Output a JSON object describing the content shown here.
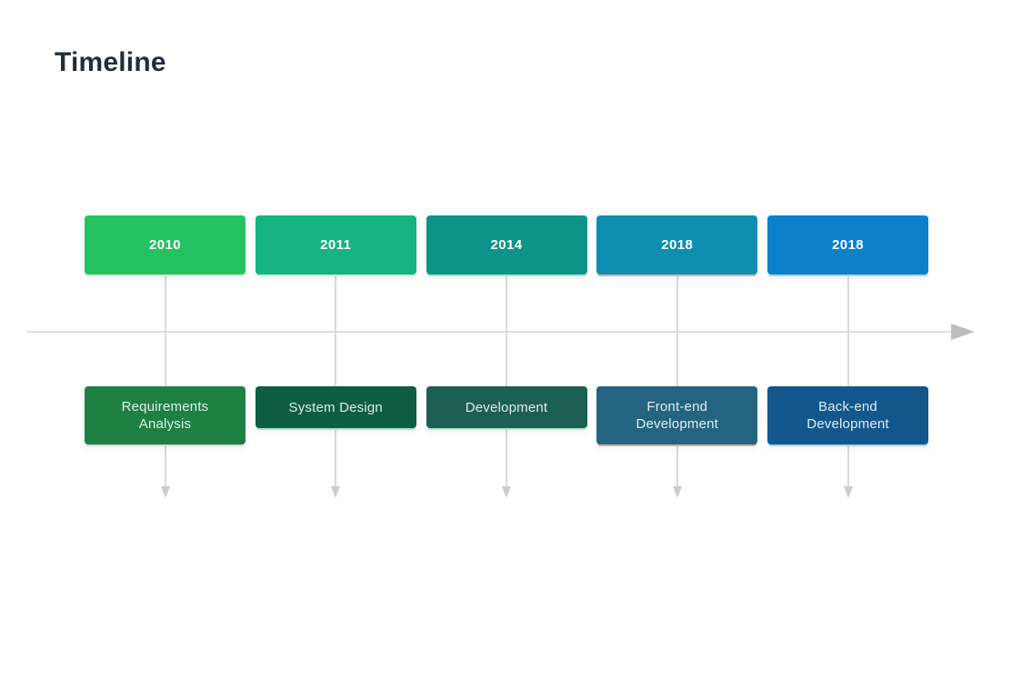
{
  "page": {
    "title": "Timeline",
    "background_color": "#ffffff",
    "title_color": "#242c3c"
  },
  "axis": {
    "line_color": "#dedede",
    "arrow_color": "#bdbdbd",
    "connector_color": "#d9d9d9",
    "connector_arrow_color": "#cccccc"
  },
  "timeline": {
    "items": [
      {
        "year": "2010",
        "label": "Requirements Analysis",
        "year_color": "#25c261",
        "year_shadow": "#e0e0e0",
        "label_color": "#1f8043",
        "label_shadow": "#dcdcdc"
      },
      {
        "year": "2011",
        "label": "System Design",
        "year_color": "#15b481",
        "year_shadow": "#cdeadd",
        "label_color": "#0e5e43",
        "label_shadow": "#a5e5c3"
      },
      {
        "year": "2014",
        "label": "Development",
        "year_color": "#0d9489",
        "year_shadow": "#aee3cb",
        "label_color": "#1d5f52",
        "label_shadow": "#abe9c8"
      },
      {
        "year": "2018",
        "label": "Front-end Development",
        "year_color": "#0e8fb2",
        "year_shadow": "#d8b2a0",
        "label_color": "#236580",
        "label_shadow": "#d9ab9e"
      },
      {
        "year": "2018",
        "label": "Back-end Development",
        "year_color": "#0c80cb",
        "year_shadow": "#abd4f0",
        "label_color": "#13588d",
        "label_shadow": "#a9d2ef"
      }
    ]
  }
}
